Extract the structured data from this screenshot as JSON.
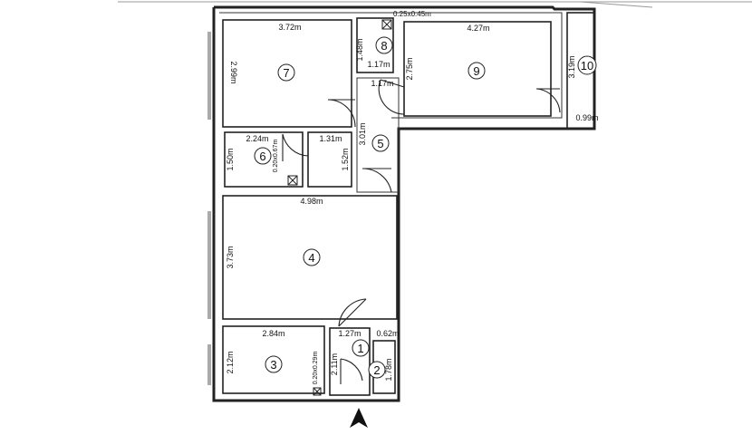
{
  "rooms": [
    {
      "id": "1",
      "dims": [
        "1.27m"
      ]
    },
    {
      "id": "2",
      "dims": [
        "0.62m",
        "1.78m"
      ]
    },
    {
      "id": "3",
      "dims": [
        "2.84m",
        "2.12m"
      ]
    },
    {
      "id": "4",
      "dims": [
        "4.98m",
        "3.73m"
      ]
    },
    {
      "id": "5",
      "dims": [
        "3.01m"
      ]
    },
    {
      "id": "6",
      "dims": [
        "2.24m",
        "1.50m",
        "1.31m",
        "1.52m"
      ]
    },
    {
      "id": "7",
      "dims": [
        "3.72m",
        "2.99m"
      ]
    },
    {
      "id": "8",
      "dims": [
        "1.48m",
        "1.17m"
      ]
    },
    {
      "id": "9",
      "dims": [
        "4.27m",
        "2.75m"
      ]
    },
    {
      "id": "10",
      "dims": [
        "3.19m",
        "0.99m"
      ]
    }
  ],
  "extra_dims": {
    "hall_1_17": "1.17m",
    "room1_height": "2.11m",
    "shaft_8": "0.25x0.45m",
    "shaft_6": "0.20x0.67m",
    "shaft_3": "0.20x0.29m"
  }
}
